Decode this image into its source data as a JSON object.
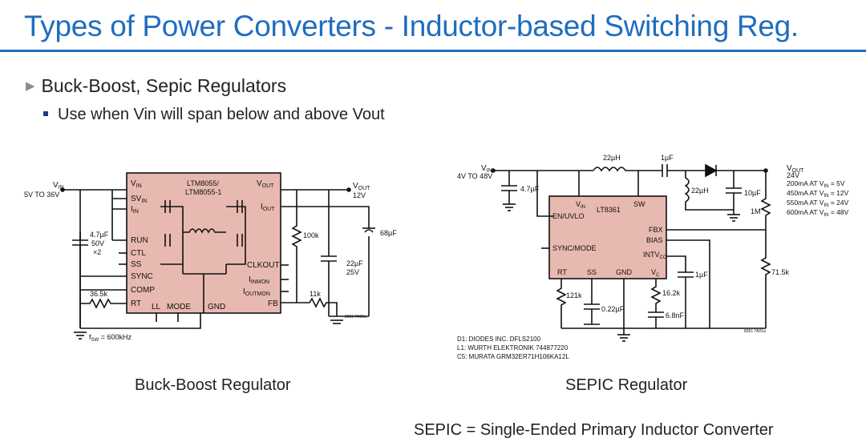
{
  "slide": {
    "title": "Types of Power Converters - Inductor-based Switching Reg.",
    "bullet_main": "Buck-Boost, Sepic Regulators",
    "bullet_sub": "Use when Vin will span below and above Vout",
    "caption_left": "Buck-Boost Regulator",
    "caption_right": "SEPIC Regulator",
    "footnote": "SEPIC = Single-Ended Primary Inductor Converter"
  },
  "buck_boost": {
    "vin_label": "V",
    "vin_sub": "IN",
    "vin_range": "5V TO 36V",
    "chip_name_1": "LTM8055/",
    "chip_name_2": "LTM8055-1",
    "pin_vin": "V",
    "pin_vin_sub": "IN",
    "pin_svin": "SV",
    "pin_svin_sub": "IN",
    "pin_iin": "I",
    "pin_iin_sub": "IN",
    "pin_run": "RUN",
    "pin_ctl": "CTL",
    "pin_ss": "SS",
    "pin_sync": "SYNC",
    "pin_comp": "COMP",
    "pin_rt": "RT",
    "pin_ll": "LL",
    "pin_mode": "MODE",
    "pin_gnd": "GND",
    "pin_vout": "V",
    "pin_vout_sub": "OUT",
    "pin_iout": "I",
    "pin_iout_sub": "OUT",
    "pin_clkout": "CLKOUT",
    "pin_iinmon": "I",
    "pin_iinmon_sub": "INMON",
    "pin_ioutmon": "I",
    "pin_ioutmon_sub": "OUTMON",
    "pin_fb": "FB",
    "vout_label": "V",
    "vout_sub": "OUT",
    "vout_value": "12V",
    "cin_1": "4.7µF",
    "cin_2": "50V",
    "cin_3": "×2",
    "r_rt": "36.5k",
    "r_fb_top": "100k",
    "r_fb_bot": "11k",
    "cout_big": "68µF",
    "cout_1": "22µF",
    "cout_2": "25V",
    "fsw_label": "f",
    "fsw_sub": "SW",
    "fsw_value": " = 600kHz",
    "fig_id": "8055 TA01a"
  },
  "sepic": {
    "vin_label": "V",
    "vin_sub": "IN",
    "vin_range": "4V TO 48V",
    "l1": "22µH",
    "c_couple": "1µF",
    "l2": "22µH",
    "c_out": "10µF",
    "r_top": "1M",
    "r_bot": "71.5k",
    "c_in": "4.7µF",
    "vout_label": "V",
    "vout_sub": "OUT",
    "vout_value": "24V",
    "load_1": "200mA AT V",
    "load_1b": " = 5V",
    "load_2": "450mA AT V",
    "load_2b": " = 12V",
    "load_3": "550mA AT V",
    "load_3b": " = 24V",
    "load_4": "600mA AT V",
    "load_4b": " = 48V",
    "load_sub": "IN",
    "chip": "LT8361",
    "pin_vin": "V",
    "pin_vin_sub": "IN",
    "pin_sw": "SW",
    "pin_en": "EN/UVLO",
    "pin_sync": "SYNC/MODE",
    "pin_fbx": "FBX",
    "pin_bias": "BIAS",
    "pin_intv": "INTV",
    "pin_intv_sub": "CC",
    "pin_rt": "RT",
    "pin_ss": "SS",
    "pin_gnd": "GND",
    "pin_vc": "V",
    "pin_vc_sub": "C",
    "r_rt": "121k",
    "c_ss": "0.22µF",
    "r_comp": "16.2k",
    "c_comp": "6.8nF",
    "c_intv": "1µF",
    "note_d1": "D1: DIODES INC. DFLS2100",
    "note_l1": "L1: WURTH ELEKTRONIK 744877220",
    "note_c5": "C5: MURATA GRM32ER71H106KA12L",
    "fig_id": "8361 TA01a"
  }
}
